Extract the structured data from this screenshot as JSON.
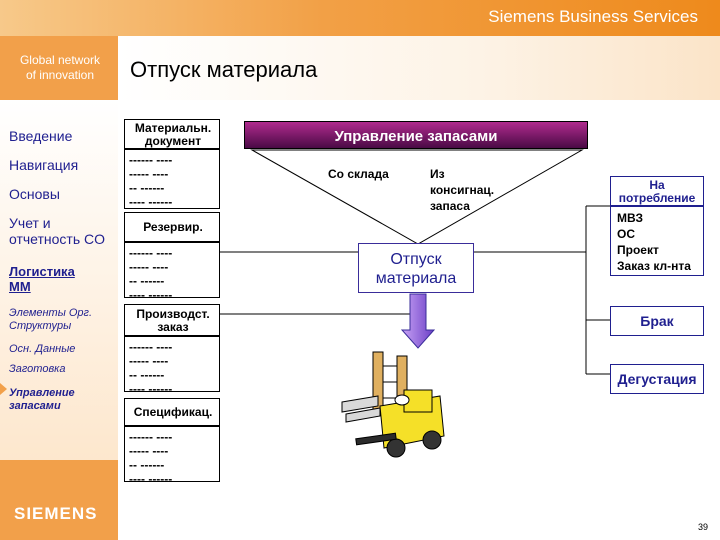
{
  "header": {
    "brand": "Siemens Business Services"
  },
  "sidebar": {
    "tagline_line1": "Global network",
    "tagline_line2": "of innovation",
    "logo": "SIEMENS",
    "items": [
      {
        "label": "Введение"
      },
      {
        "label": "Навигация"
      },
      {
        "label": "Основы"
      },
      {
        "label_line1": "Учет и",
        "label_line2": "отчетность CO"
      },
      {
        "label_line1": "Логистика",
        "label_line2": "MM"
      },
      {
        "label_line1": "Элементы Орг.",
        "label_line2": "Структуры"
      },
      {
        "label": "Осн. Данные"
      },
      {
        "label": "Заготовка"
      },
      {
        "label_line1": "Управление",
        "label_line2": "запасами"
      }
    ]
  },
  "main": {
    "title": "Отпуск материала",
    "documents": [
      {
        "label_line1": "Материальн.",
        "label_line2": "документ",
        "lines": "------ ----\n----- ----\n-- ------\n---- ------"
      },
      {
        "label": "Резервир.",
        "lines": "------ ----\n----- ----\n-- ------\n---- ------"
      },
      {
        "label_line1": "Производст.",
        "label_line2": "заказ",
        "lines": "------ ----\n----- ----\n-- ------\n---- ------"
      },
      {
        "label": "Спецификац.",
        "lines": "------ ----\n----- ----\n-- ------\n---- ------"
      }
    ],
    "inventory_bar": "Управление запасами",
    "from_stock": "Со склада",
    "from_consignment_line1": "Из",
    "from_consignment_line2": "консигнац.",
    "from_consignment_line3": "запаса",
    "release_line1": "Отпуск",
    "release_line2": "материала",
    "consumption_line1": "На",
    "consumption_line2": "потребление",
    "consumption_targets": [
      "МВЗ",
      "ОС",
      "Проект",
      "Заказ кл-нта"
    ],
    "scrap": "Брак",
    "tasting": "Дегустация"
  },
  "page_number": "39",
  "colors": {
    "orange": "#f2a04a",
    "purple": "#8b1f7a",
    "navy": "#1f1f8f"
  }
}
